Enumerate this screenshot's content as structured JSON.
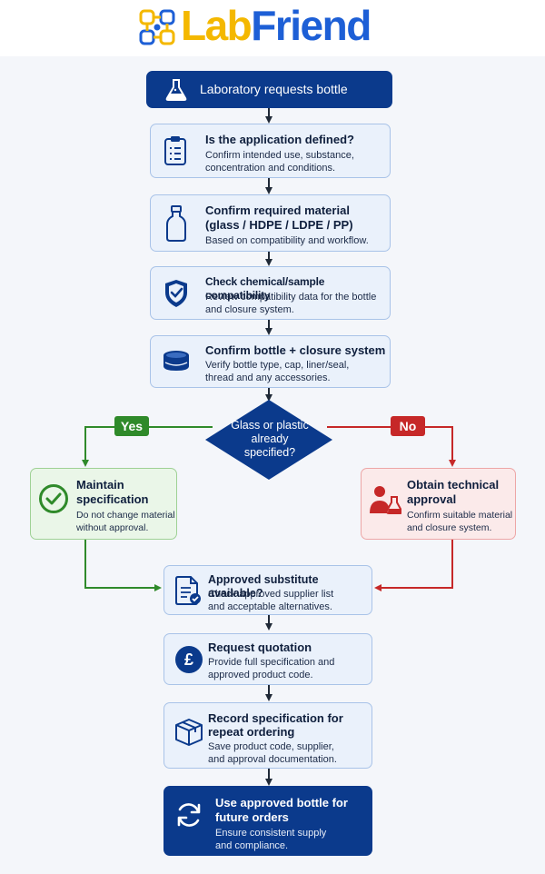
{
  "header": {
    "logo_text_left": "Lab",
    "logo_text_right": "Friend"
  },
  "colors": {
    "navy": "#0b3a8c",
    "green": "#2f8a2a",
    "red": "#c62828",
    "yellow": "#f4b800",
    "blue": "#1d5fd6"
  },
  "steps": {
    "start": {
      "title": "Laboratory requests bottle",
      "icon": "flask-icon"
    },
    "application": {
      "title": "Is the application defined?",
      "desc1": "Confirm intended use, substance,",
      "desc2": "concentration and conditions.",
      "icon": "clipboard-icon"
    },
    "material": {
      "title1": "Confirm required material",
      "title2": "(glass / HDPE / LDPE / PP)",
      "desc1": "Based on compatibility and workflow.",
      "icon": "bottle-icon"
    },
    "compat": {
      "title": "Check chemical/sample compatibility",
      "desc1": "Review compatibility data for the bottle",
      "desc2": "and closure system.",
      "icon": "shield-check-icon"
    },
    "closure": {
      "title": "Confirm bottle + closure system",
      "desc1": "Verify bottle type, cap, liner/seal,",
      "desc2": "thread and any accessories.",
      "icon": "cap-icon"
    },
    "decision": {
      "line1": "Glass or plastic",
      "line2": "already",
      "line3": "specified?"
    },
    "yes_label": "Yes",
    "no_label": "No",
    "maintain": {
      "title1": "Maintain",
      "title2": "specification",
      "desc1": "Do not change material",
      "desc2": "without approval.",
      "icon": "check-circle-icon"
    },
    "approval": {
      "title1": "Obtain technical",
      "title2": "approval",
      "desc1": "Confirm suitable material",
      "desc2": "and closure system.",
      "icon": "scientist-icon"
    },
    "substitute": {
      "title": "Approved substitute available?",
      "desc1": "Check approved supplier list",
      "desc2": "and acceptable alternatives.",
      "icon": "document-check-icon"
    },
    "quotation": {
      "title": "Request quotation",
      "desc1": "Provide full specification and",
      "desc2": "approved product code.",
      "icon": "pound-icon"
    },
    "record": {
      "title1": "Record specification for",
      "title2": "repeat ordering",
      "desc1": "Save product code, supplier,",
      "desc2": "and approval documentation.",
      "icon": "box-icon"
    },
    "final": {
      "title1": "Use approved bottle for",
      "title2": "future orders",
      "desc1": "Ensure consistent supply",
      "desc2": "and compliance.",
      "icon": "refresh-icon"
    }
  }
}
